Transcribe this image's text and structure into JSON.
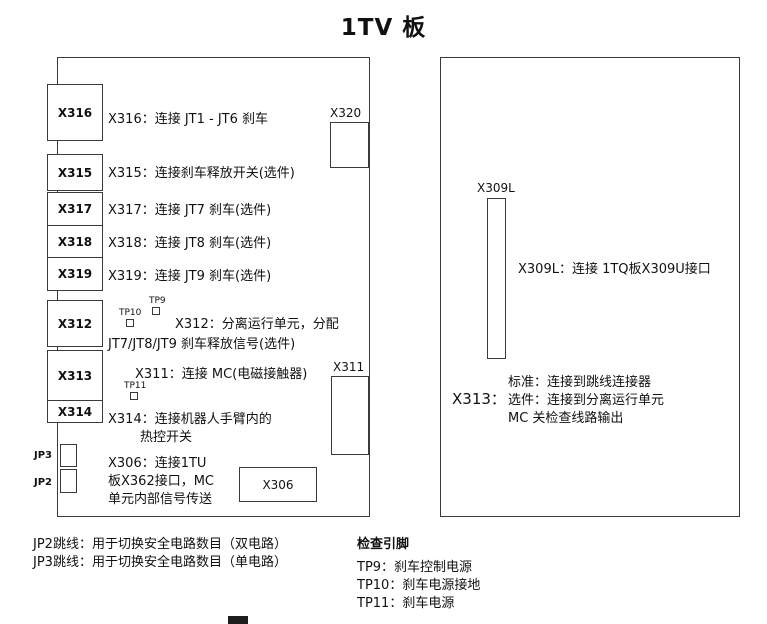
{
  "title": "1TV 板",
  "left_panel": {
    "connectors": [
      {
        "id": "X316",
        "desc": "X316：连接 JT1 - JT6 刹车"
      },
      {
        "id": "X315",
        "desc": "X315：连接刹车释放开关(选件)"
      },
      {
        "id": "X317",
        "desc": "X317：连接 JT7 刹车(选件)"
      },
      {
        "id": "X318",
        "desc": "X318：连接 JT8 刹车(选件)"
      },
      {
        "id": "X319",
        "desc": "X319：连接 JT9 刹车(选件)"
      },
      {
        "id": "X312"
      },
      {
        "id": "X313"
      },
      {
        "id": "X314"
      }
    ],
    "x312_desc_line1": "X312：分离运行单元，分配",
    "x312_desc_line2": "JT7/JT8/JT9 刹车释放信号(选件)",
    "x311_desc": "X311：连接 MC(电磁接触器)",
    "x314_desc_line1": "X314：连接机器人手臂内的",
    "x314_desc_line2": "热控开关",
    "x306_desc_line1": "X306：连接1TU",
    "x306_desc_line2": "板X362接口，MC",
    "x306_desc_line3": "单元内部信号传送",
    "tp9_label": "TP9",
    "tp10_label": "TP10",
    "tp11_label": "TP11",
    "jp3_label": "JP3",
    "jp2_label": "JP2",
    "x320_label": "X320",
    "x311_label": "X311",
    "x306_label": "X306"
  },
  "right_panel": {
    "x309l_label": "X309L",
    "x309l_desc": "X309L：连接 1TQ板X309U接口",
    "x313_label": "X313：",
    "x313_line1": "标准：连接到跳线连接器",
    "x313_line2": "选件：连接到分离运行单元",
    "x313_line3": "MC 关检查线路输出"
  },
  "footer": {
    "jp2_note": "JP2跳线：用于切换安全电路数目（双电路）",
    "jp3_note": "JP3跳线：用于切换安全电路数目（单电路）",
    "check_pins_title": "检查引脚",
    "tp9_note": "TP9：刹车控制电源",
    "tp10_note": "TP10：刹车电源接地",
    "tp11_note": "TP11：刹车电源"
  }
}
